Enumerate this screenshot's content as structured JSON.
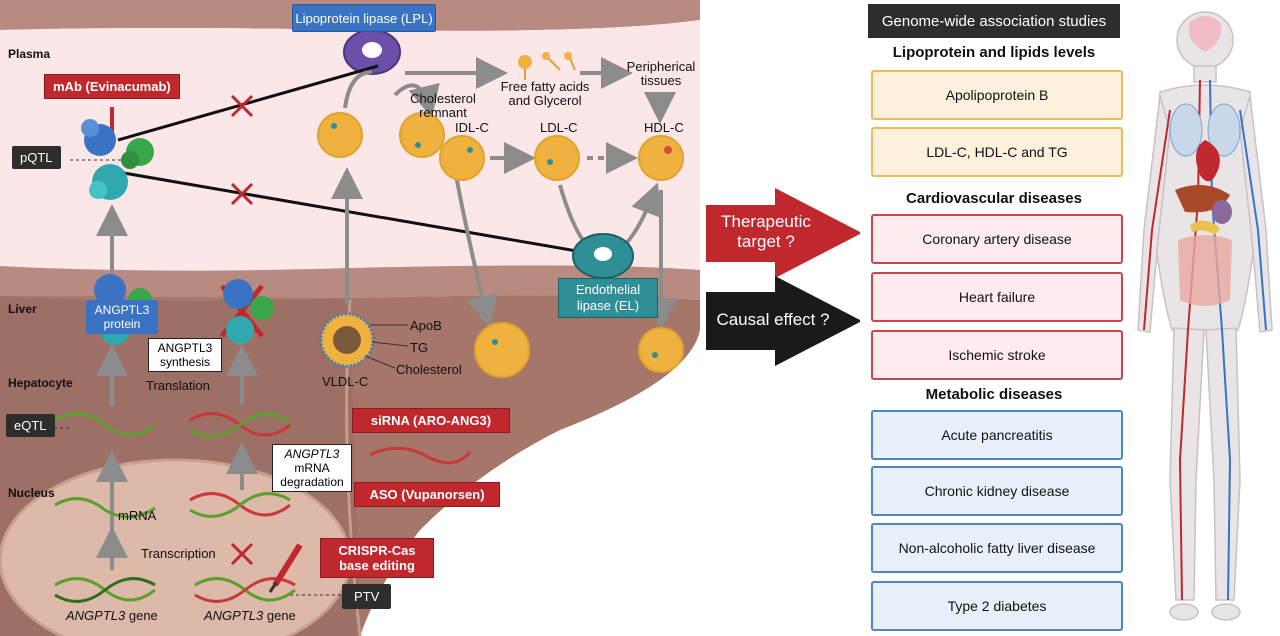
{
  "diagram": {
    "compartments": {
      "plasma": "Plasma",
      "liver": "Liver",
      "hepatocyte": "Hepatocyte",
      "nucleus": "Nucleus"
    },
    "lpl": "Lipoprotein lipase (LPL)",
    "mab": "mAb (Evinacumab)",
    "pqtl": "pQTL",
    "eqtl": "eQTL",
    "ptv": "PTV",
    "angptl3_protein": "ANGPTL3 protein",
    "angptl3_synthesis": "ANGPTL3 synthesis",
    "translation": "Translation",
    "transcription": "Transcription",
    "mrna": "mRNA",
    "gene_italic": "ANGPTL3",
    "gene_suffix": " gene",
    "mrna_degradation_italic": "ANGPTL3",
    "mrna_degradation_rest": "mRNA degradation",
    "sirna": "siRNA (ARO-ANG3)",
    "aso": "ASO (Vupanorsen)",
    "crispr": "CRISPR-Cas base editing",
    "cholesterol_remnant": "Cholesterol remnant",
    "ffa": "Free fatty acids and Glycerol",
    "peripheral": "Peripherical tissues",
    "idl": "IDL-C",
    "ldl": "LDL-C",
    "hdl": "HDL-C",
    "vldl": "VLDL-C",
    "apob": "ApoB",
    "tg": "TG",
    "cholesterol": "Cholesterol",
    "el": "Endothelial lipase (EL)",
    "therapeutic": "Therapeutic target ?",
    "causal": "Causal effect ?"
  },
  "gwas": {
    "title": "Genome-wide association studies",
    "sections": [
      {
        "title": "Lipoprotein and lipids levels",
        "items": [
          "Apolipoprotein B",
          "LDL-C, HDL-C and TG"
        ]
      },
      {
        "title": "Cardiovascular diseases",
        "items": [
          "Coronary artery disease",
          "Heart failure",
          "Ischemic stroke"
        ]
      },
      {
        "title": "Metabolic diseases",
        "items": [
          "Acute pancreatitis",
          "Chronic kidney disease",
          "Non-alcoholic fatty liver disease",
          "Type 2 diabetes"
        ]
      }
    ]
  },
  "colors": {
    "plasma": "#fbe6e8",
    "vessel_wall": "#b98a80",
    "liver": "#a7766a",
    "liver_dark": "#8f6257",
    "nucleus": "#ddb9aa",
    "red_box": "#c0282d",
    "dna_red": "#c83a3a",
    "dna_green": "#5aa02c",
    "lipoprotein": "#f0b23e",
    "arrow_gray": "#8c8c8c"
  }
}
